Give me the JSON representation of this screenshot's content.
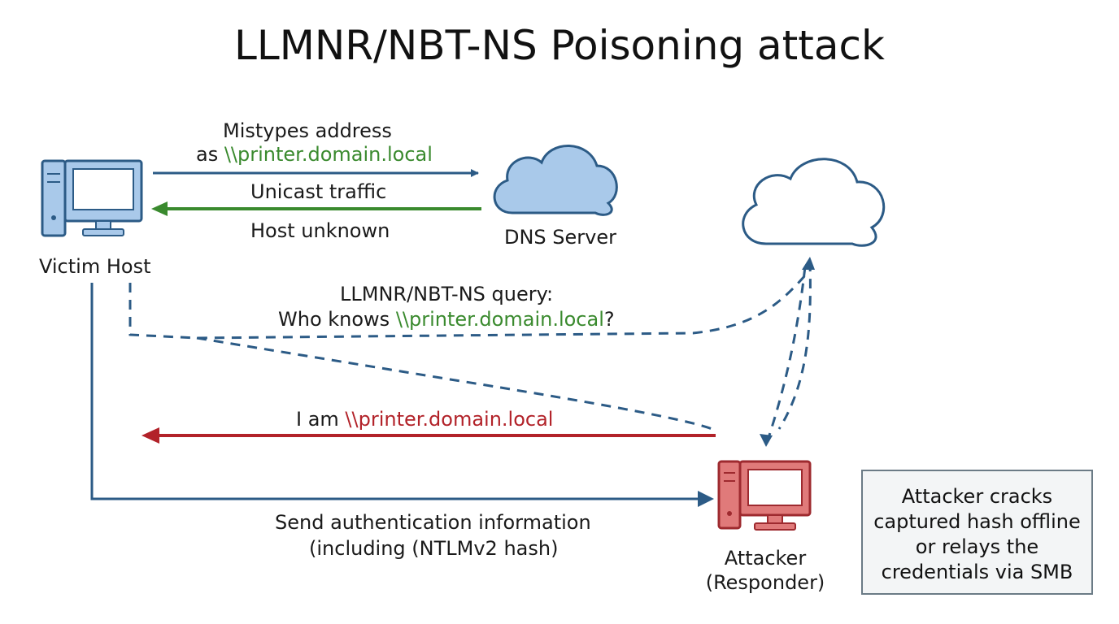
{
  "title": "LLMNR/NBT-NS Poisoning attack",
  "nodes": {
    "victim": "Victim Host",
    "dns": "DNS Server",
    "attacker_line1": "Attacker",
    "attacker_line2": "(Responder)"
  },
  "labels": {
    "mistype_line1": "Mistypes address",
    "mistype_as": "as ",
    "mistype_host": "\\\\printer.domain.local",
    "unicast": "Unicast traffic",
    "host_unknown": "Host unknown",
    "query_line1": "LLMNR/NBT-NS query:",
    "query_prefix": "Who knows ",
    "query_host": "\\\\printer.domain.local",
    "query_suffix": "?",
    "iam_prefix": "I am ",
    "iam_host": "\\\\printer.domain.local",
    "send_line1": "Send authentication information",
    "send_line2": "(including (NTLMv2 hash)"
  },
  "note": "Attacker cracks\ncaptured hash offline\nor relays the\ncredentials via SMB",
  "colors": {
    "blue": "#2c5b86",
    "green": "#3a8a2e",
    "red": "#b22229",
    "victim_fill": "#a9c9ea",
    "attacker_fill": "#e07a7a",
    "dns_cloud_fill": "#a9c9ea"
  },
  "icons": [
    "computer-icon",
    "cloud-icon",
    "computer-icon"
  ]
}
